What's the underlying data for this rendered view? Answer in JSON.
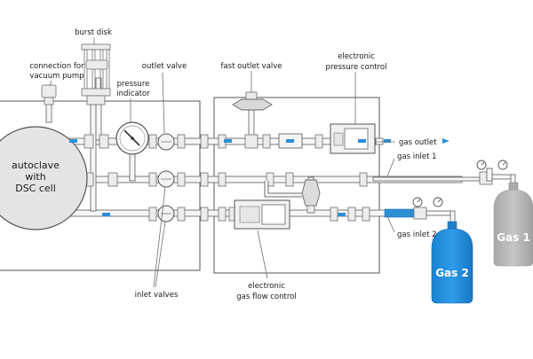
{
  "labels": {
    "burst_disk": "burst disk",
    "vacuum_line1": "connection for",
    "vacuum_line2": "vacuum pump",
    "outlet_valve": "outlet valve",
    "fast_outlet_valve": "fast outlet valve",
    "pressure_control_line1": "electronic",
    "pressure_control_line2": "pressure control",
    "pressure_indicator_line1": "pressure",
    "pressure_indicator_line2": "indicator",
    "autoclave_line1": "autoclave",
    "autoclave_line2": "with",
    "autoclave_line3": "DSC cell",
    "gas_outlet": "gas outlet",
    "gas_inlet_1": "gas inlet 1",
    "gas_inlet_2": "gas inlet 2",
    "inlet_valves": "inlet valves",
    "flow_control_line1": "electronic",
    "flow_control_line2": "gas flow control",
    "gas1": "Gas 1",
    "gas2": "Gas 2"
  },
  "colors": {
    "flow_arrow": "#2b8fd6",
    "gas1_cylinder": "#b9b9b9",
    "gas2_cylinder": "#1f8fe0",
    "pipe_stroke": "#6e6e6e",
    "text": "#1a1a1a"
  }
}
